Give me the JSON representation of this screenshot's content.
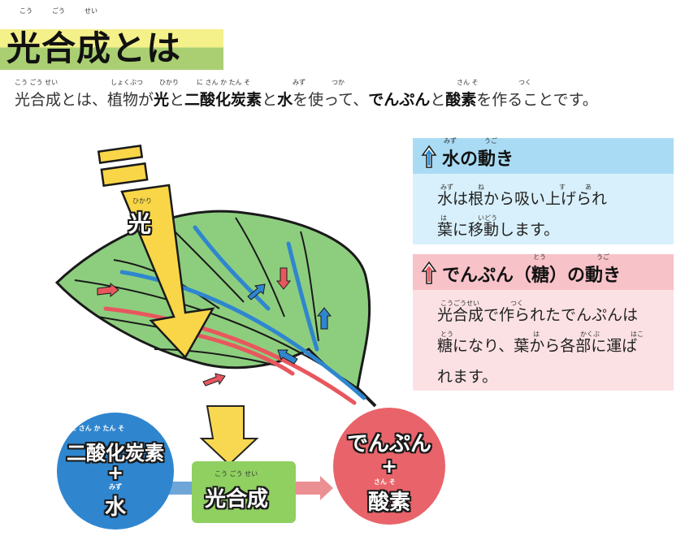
{
  "title": {
    "text": "光合成とは",
    "furigana": [
      "こう",
      "ごう",
      "せい"
    ]
  },
  "intro": {
    "p1": "光合成とは、植物が",
    "b1": "光",
    "p2": "と",
    "b2": "二酸化炭素",
    "p3": "と",
    "b3": "水",
    "p4": "を使って、",
    "b4": "でんぷん",
    "p5": "と",
    "b5": "酸素",
    "p6": "を作ることです。",
    "furigana": [
      "こう ごう せい",
      "しょくぶつ",
      "ひかり",
      "に さん か たん そ",
      "みず",
      "つか",
      "さん そ",
      "つく"
    ]
  },
  "water_box": {
    "title": "水の動き",
    "furigana_title": [
      "みず",
      "うご"
    ],
    "body": "水は根から吸い上げられ\n葉に移動します。",
    "furigana_body": [
      "みず",
      "ね",
      "す",
      "あ",
      "は",
      "いどう"
    ],
    "head_color": "#a9dcf4",
    "body_color": "#d8f0fb",
    "arrow_color": "#2a8fd6"
  },
  "starch_box": {
    "title": "でんぷん（糖）の動き",
    "furigana_title": [
      "とう",
      "うご"
    ],
    "body": "光合成で作られたでんぷんは\n糖になり、葉から各部に運ば\nれます。",
    "furigana_body": [
      "こうごうせい",
      "つく",
      "とう",
      "は",
      "かくぶ",
      "はこ"
    ],
    "head_color": "#f7c2c8",
    "body_color": "#fbe1e4",
    "arrow_color": "#e8575e"
  },
  "diagram": {
    "light_label": "光",
    "light_furigana": "ひかり",
    "input_circle": {
      "line1": "二酸化炭素",
      "plus": "+",
      "line2": "水",
      "furigana1": "に さん か たん そ",
      "furigana2": "みず",
      "color": "#2f86cf"
    },
    "process_box": {
      "label": "光合成",
      "furigana": "こう ごう せい",
      "color": "#8fd061"
    },
    "output_circle": {
      "line1": "でんぷん",
      "plus": "+",
      "line2": "酸素",
      "furigana2": "さん そ",
      "color": "#e8646a"
    },
    "leaf_color": "#8dce7e",
    "light_color": "#f9d648"
  }
}
